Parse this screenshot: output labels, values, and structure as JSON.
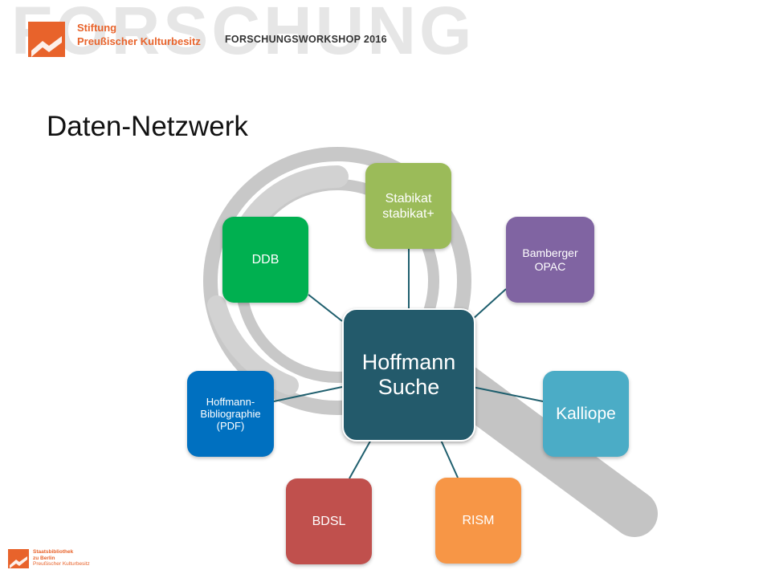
{
  "header": {
    "background_word": "FORSCHUNG",
    "org_line1": "Stiftung",
    "org_line2": "Preußischer Kulturbesitz",
    "workshop": "FORSCHUNGSWORKSHOP 2016"
  },
  "title": "Daten-Netzwerk",
  "diagram": {
    "center": {
      "label": "Hoffmann\nSuche",
      "color": "#235a6b"
    },
    "nodes": [
      {
        "id": "stabikat",
        "label": "Stabikat\nstabikat+",
        "color": "#9bbb59"
      },
      {
        "id": "bamberger",
        "label": "Bamberger\nOPAC",
        "color": "#8064a2"
      },
      {
        "id": "kalliope",
        "label": "Kalliope",
        "color": "#4bacc6"
      },
      {
        "id": "rism",
        "label": "RISM",
        "color": "#f79646"
      },
      {
        "id": "bdsl",
        "label": "BDSL",
        "color": "#c0504d"
      },
      {
        "id": "hoffmann-bib",
        "label": "Hoffmann-\nBibliographie\n(PDF)",
        "color": "#0070c0"
      },
      {
        "id": "ddb",
        "label": "DDB",
        "color": "#00b050"
      }
    ]
  },
  "footer": {
    "line1": "Staatsbibliothek",
    "line2": "zu Berlin",
    "line3": "Preußischer Kulturbesitz"
  },
  "colors": {
    "accent": "#e8632b",
    "connector": "#1f5f6e",
    "magnifier": "#c8c8c8"
  }
}
